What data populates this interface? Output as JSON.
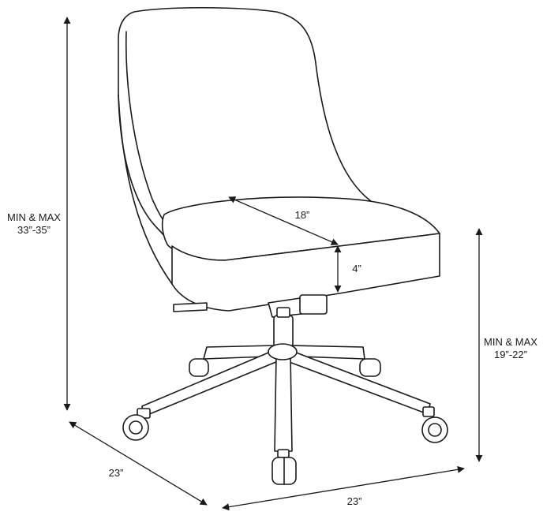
{
  "dimensions": {
    "overall_height_line1": "MIN & MAX",
    "overall_height_line2": "33”-35”",
    "seat_height_line1": "MIN & MAX",
    "seat_height_line2": "19”-22”",
    "seat_depth": "18”",
    "seat_thickness": "4”",
    "base_depth": "23”",
    "base_width": "23”"
  },
  "colors": {
    "line": "#1a1a1a",
    "background": "#ffffff"
  }
}
